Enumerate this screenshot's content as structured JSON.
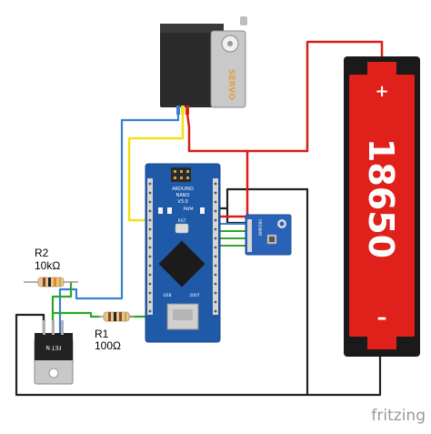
{
  "components": {
    "servo": {
      "brand": "SERVO"
    },
    "battery": {
      "model": "18650",
      "plus": "+",
      "minus": "–"
    },
    "arduino": {
      "name_line1": "ARDUINO",
      "name_line2": "NANO",
      "version": "V3.0",
      "rst": "RST",
      "usb": "USB",
      "year": "2007",
      "pwm": "PWM"
    },
    "mosfet": {
      "label": "FET N"
    },
    "sensor": {
      "label": "BMP280"
    }
  },
  "labels": {
    "r2_name": "R2",
    "r2_value": "10kΩ",
    "r1_name": "R1",
    "r1_value": "100Ω"
  },
  "watermark": "fritzing",
  "colors": {
    "wire_red": "#d91e18",
    "wire_black": "#222222",
    "wire_blue": "#3a7fd0",
    "wire_yellow": "#f2e018",
    "wire_green": "#2aa82a",
    "battery_red": "#e0201b",
    "arduino_blue": "#1f5aa8"
  }
}
